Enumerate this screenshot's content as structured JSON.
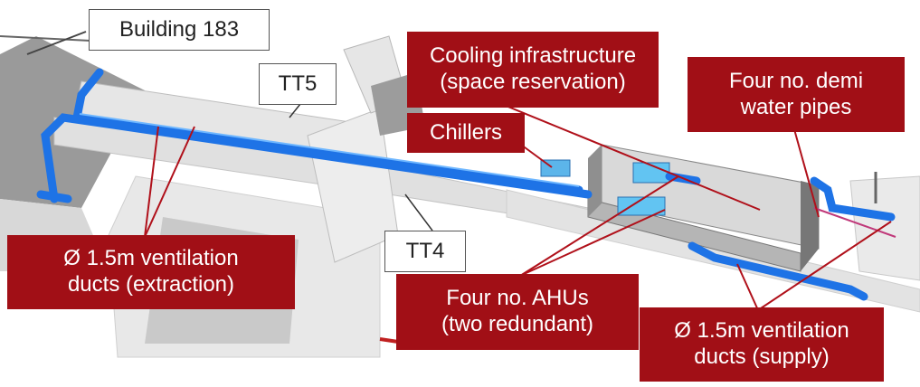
{
  "labels": {
    "building": "Building 183",
    "tt5": "TT5",
    "tt4": "TT4",
    "cooling": "Cooling infrastructure\n(space reservation)",
    "chillers": "Chillers",
    "demi": "Four no. demi\nwater pipes",
    "extraction": "Ø 1.5m ventilation\nducts (extraction)",
    "ahus": "Four no. AHUs\n(two redundant)",
    "supply": "Ø 1.5m ventilation\nducts (supply)"
  },
  "colors": {
    "callout_fill": "#a10f16",
    "callout_text": "#ffffff",
    "duct_blue": "#1e73e6",
    "leader_line": "#b0101a"
  }
}
